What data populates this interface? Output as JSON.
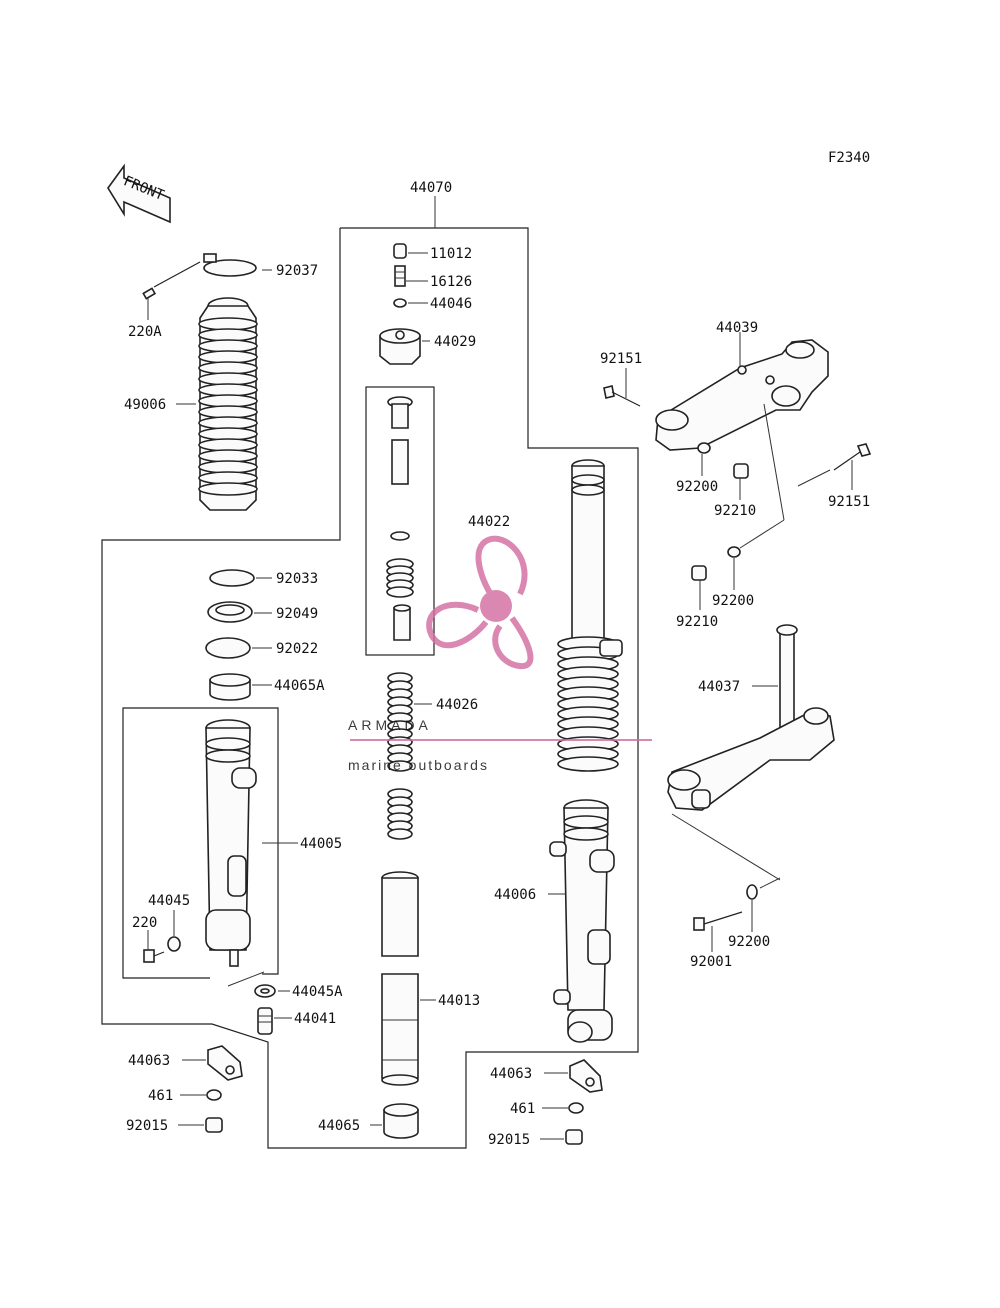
{
  "diagram_code": "F2340",
  "front_label": "FRONT",
  "labels": {
    "l44070": "44070",
    "l11012": "11012",
    "l16126": "16126",
    "l44046": "44046",
    "l44029": "44029",
    "l92037": "92037",
    "l220A": "220A",
    "l49006": "49006",
    "l44022": "44022",
    "l92033": "92033",
    "l92049": "92049",
    "l92022": "92022",
    "l44065A": "44065A",
    "l44026": "44026",
    "l44005": "44005",
    "l44045": "44045",
    "l220": "220",
    "l44045A": "44045A",
    "l44041": "44041",
    "l44013": "44013",
    "l44063_left": "44063",
    "l461_left": "461",
    "l92015_left": "92015",
    "l44065": "44065",
    "l44039": "44039",
    "l92151_left": "92151",
    "l92151_right": "92151",
    "l92200_a": "92200",
    "l92210_a": "92210",
    "l92200_b": "92200",
    "l92210_b": "92210",
    "l44037": "44037",
    "l44006": "44006",
    "l92001": "92001",
    "l92200_c": "92200",
    "l44063_right": "44063",
    "l461_right": "461",
    "l92015_right": "92015"
  },
  "watermark": {
    "brand": "ARMADA",
    "tagline": "marine outboards",
    "color": "#d36fa0"
  }
}
